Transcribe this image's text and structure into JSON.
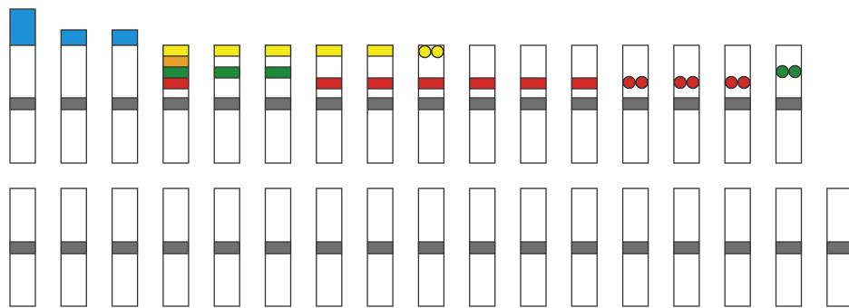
{
  "colors": {
    "blue": "#1e90d6",
    "yellow": "#f4ea1b",
    "orange": "#e8a02a",
    "green": "#1e8a3a",
    "red": "#d12a27",
    "gray": "#6f6f6f",
    "stroke": "#333333",
    "fill": "#ffffff"
  },
  "top_row": [
    {
      "cap_height": "tall",
      "cap_color": "blue",
      "bands": [],
      "dots": null
    },
    {
      "cap_height": "short",
      "cap_color": "blue",
      "bands": [],
      "dots": null
    },
    {
      "cap_height": "short",
      "cap_color": "blue",
      "bands": [],
      "dots": null
    },
    {
      "cap_height": "short",
      "cap_color": "yellow",
      "bands": [
        "orange",
        "green",
        "red"
      ],
      "dots": null
    },
    {
      "cap_height": "short",
      "cap_color": "yellow",
      "bands": [
        "white",
        "green"
      ],
      "dots": null
    },
    {
      "cap_height": "short",
      "cap_color": "yellow",
      "bands": [
        "white",
        "green"
      ],
      "dots": null
    },
    {
      "cap_height": "short",
      "cap_color": "yellow",
      "bands": [
        "white",
        "white",
        "red"
      ],
      "dots": null
    },
    {
      "cap_height": "short",
      "cap_color": "yellow",
      "bands": [
        "white",
        "white",
        "red"
      ],
      "dots": null
    },
    {
      "cap_height": "none",
      "cap_color": null,
      "bands": [
        "white",
        "white",
        "red"
      ],
      "dots": {
        "color": "yellow",
        "style": "ring"
      }
    },
    {
      "cap_height": "none",
      "cap_color": null,
      "bands": [
        "white",
        "white",
        "red"
      ],
      "dots": null
    },
    {
      "cap_height": "none",
      "cap_color": null,
      "bands": [
        "white",
        "white",
        "red"
      ],
      "dots": null
    },
    {
      "cap_height": "none",
      "cap_color": null,
      "bands": [
        "white",
        "white",
        "red"
      ],
      "dots": null
    },
    {
      "cap_height": "none",
      "cap_color": null,
      "bands": [],
      "dots": {
        "color": "red",
        "style": "filled",
        "row": "mid"
      }
    },
    {
      "cap_height": "none",
      "cap_color": null,
      "bands": [],
      "dots": {
        "color": "red",
        "style": "filled",
        "row": "mid"
      }
    },
    {
      "cap_height": "none",
      "cap_color": null,
      "bands": [],
      "dots": {
        "color": "red",
        "style": "filled",
        "row": "mid"
      }
    },
    {
      "cap_height": "none",
      "cap_color": null,
      "bands": [],
      "dots": {
        "color": "green",
        "style": "filled",
        "row": "upper"
      }
    }
  ],
  "bottom_row_count": 17
}
